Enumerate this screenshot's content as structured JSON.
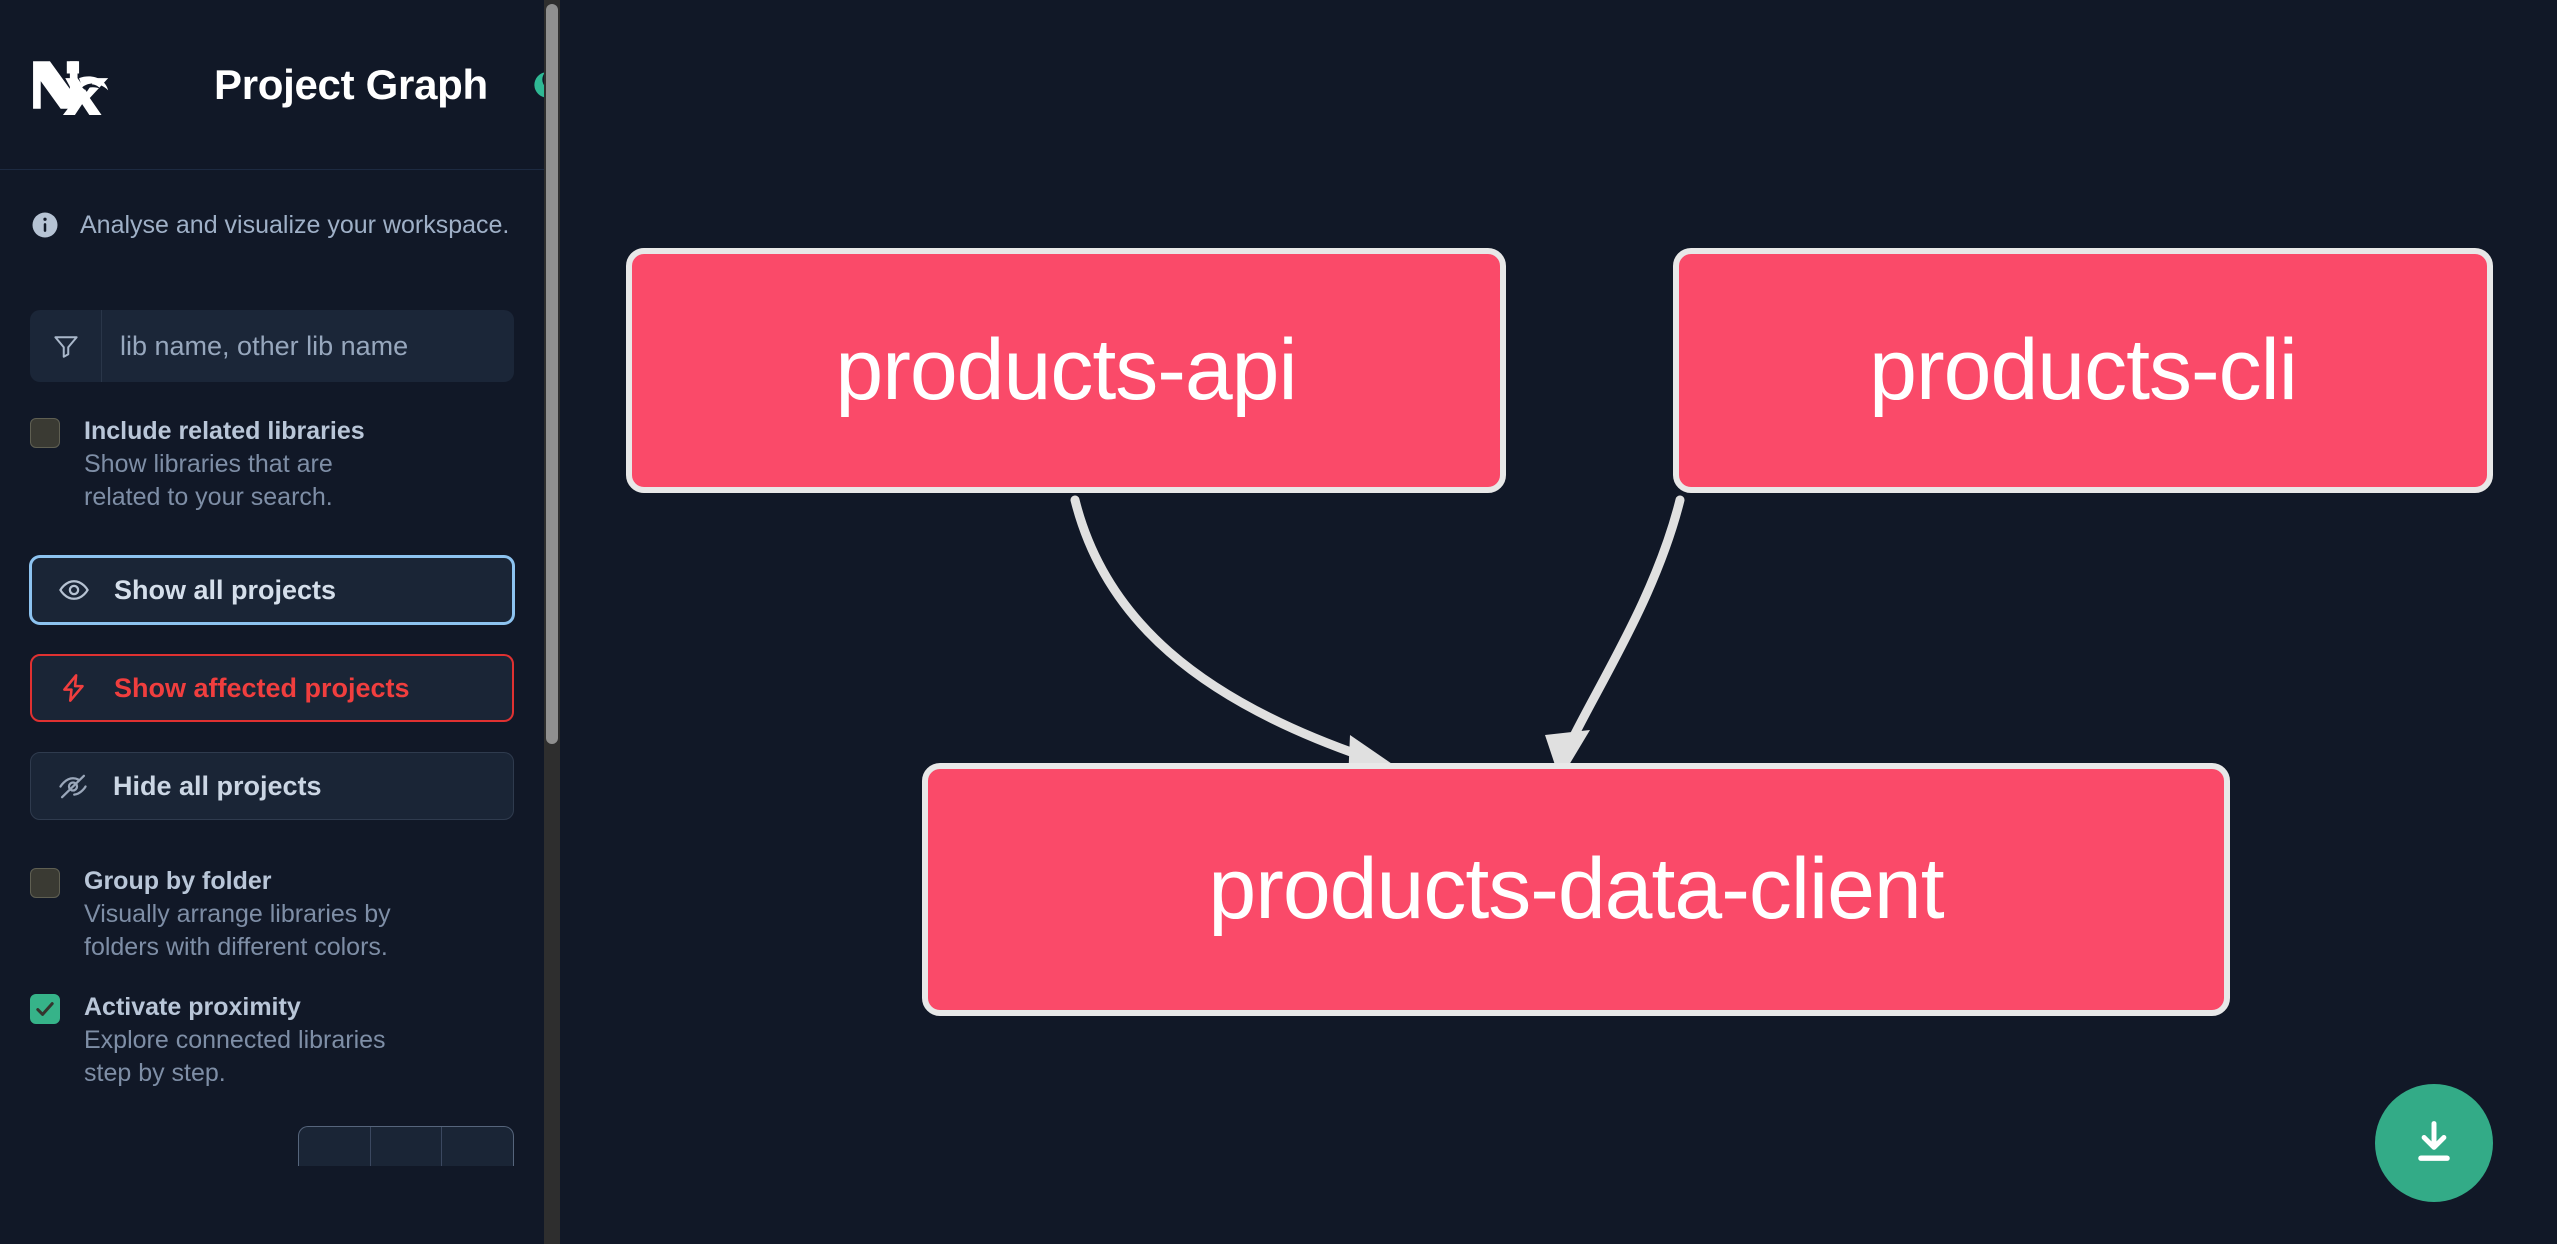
{
  "app": {
    "title": "Project Graph",
    "logo_icon": "nx-logo-icon",
    "theme_toggle_icon": "moon-icon",
    "accent_green": "#33ab87",
    "node_color": "#fa4a69",
    "node_border_color": "#e8e8e8",
    "edge_color": "#e0e0e0",
    "sidebar_bg": "#111827",
    "canvas_bg": "#111827"
  },
  "sidebar": {
    "info": {
      "icon": "info-icon",
      "text": "Analyse and visualize your workspace."
    },
    "search": {
      "icon": "filter-icon",
      "placeholder": "lib name, other lib name",
      "value": ""
    },
    "options": [
      {
        "id": "include-related-libraries",
        "title": "Include related libraries",
        "description": "Show libraries that are related to your search.",
        "checked": false
      },
      {
        "id": "group-by-folder",
        "title": "Group by folder",
        "description": "Visually arrange libraries by folders with different colors.",
        "checked": false
      },
      {
        "id": "activate-proximity",
        "title": "Activate proximity",
        "description": "Explore connected libraries step by step.",
        "checked": true
      }
    ],
    "buttons": [
      {
        "id": "show-all-projects",
        "label": "Show all projects",
        "icon": "eye-icon",
        "state": "focused"
      },
      {
        "id": "show-affected-projects",
        "label": "Show affected projects",
        "icon": "lightning-icon",
        "state": "danger"
      },
      {
        "id": "hide-all-projects",
        "label": "Hide all projects",
        "icon": "eye-off-icon",
        "state": "default"
      }
    ],
    "scrollbar": {
      "thumb_color": "#8f8f8f",
      "track_color": "#2e2e2e"
    }
  },
  "graph": {
    "nodes": [
      {
        "id": "products-api",
        "label": "products-api"
      },
      {
        "id": "products-cli",
        "label": "products-cli"
      },
      {
        "id": "products-data-client",
        "label": "products-data-client"
      }
    ],
    "edges": [
      {
        "from": "products-api",
        "to": "products-data-client"
      },
      {
        "from": "products-cli",
        "to": "products-data-client"
      }
    ]
  },
  "fab": {
    "id": "download-image",
    "icon": "download-icon",
    "color": "#33ab87"
  }
}
